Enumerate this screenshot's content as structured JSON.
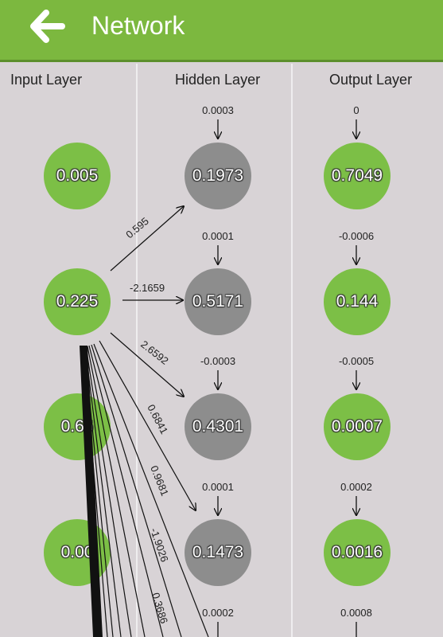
{
  "appbar": {
    "title": "Network",
    "back_icon": "arrow-left-icon"
  },
  "columns": {
    "input": "Input Layer",
    "hidden": "Hidden Layer",
    "output": "Output Layer"
  },
  "input_nodes": [
    "0.005",
    "0.225",
    "0.66",
    "0.00"
  ],
  "hidden_nodes": [
    "0.1973",
    "0.5171",
    "0.4301",
    "0.1473"
  ],
  "hidden_biases": [
    "0.0003",
    "0.0001",
    "-0.0003",
    "0.0001",
    "0.0002"
  ],
  "output_nodes": [
    "0.7049",
    "0.144",
    "0.0007",
    "0.0016"
  ],
  "output_biases": [
    "0",
    "-0.0006",
    "-0.0005",
    "0.0002",
    "0.0008"
  ],
  "weights": [
    "0.595",
    "-2.1659",
    "2.6592",
    "0.6841",
    "0.9681",
    "-1.9026",
    "0.3686"
  ],
  "colors": {
    "appbar": "#7cb83f",
    "node_green": "#7cbf46",
    "node_gray": "#8d8d8d",
    "background": "#d8d3d6"
  }
}
